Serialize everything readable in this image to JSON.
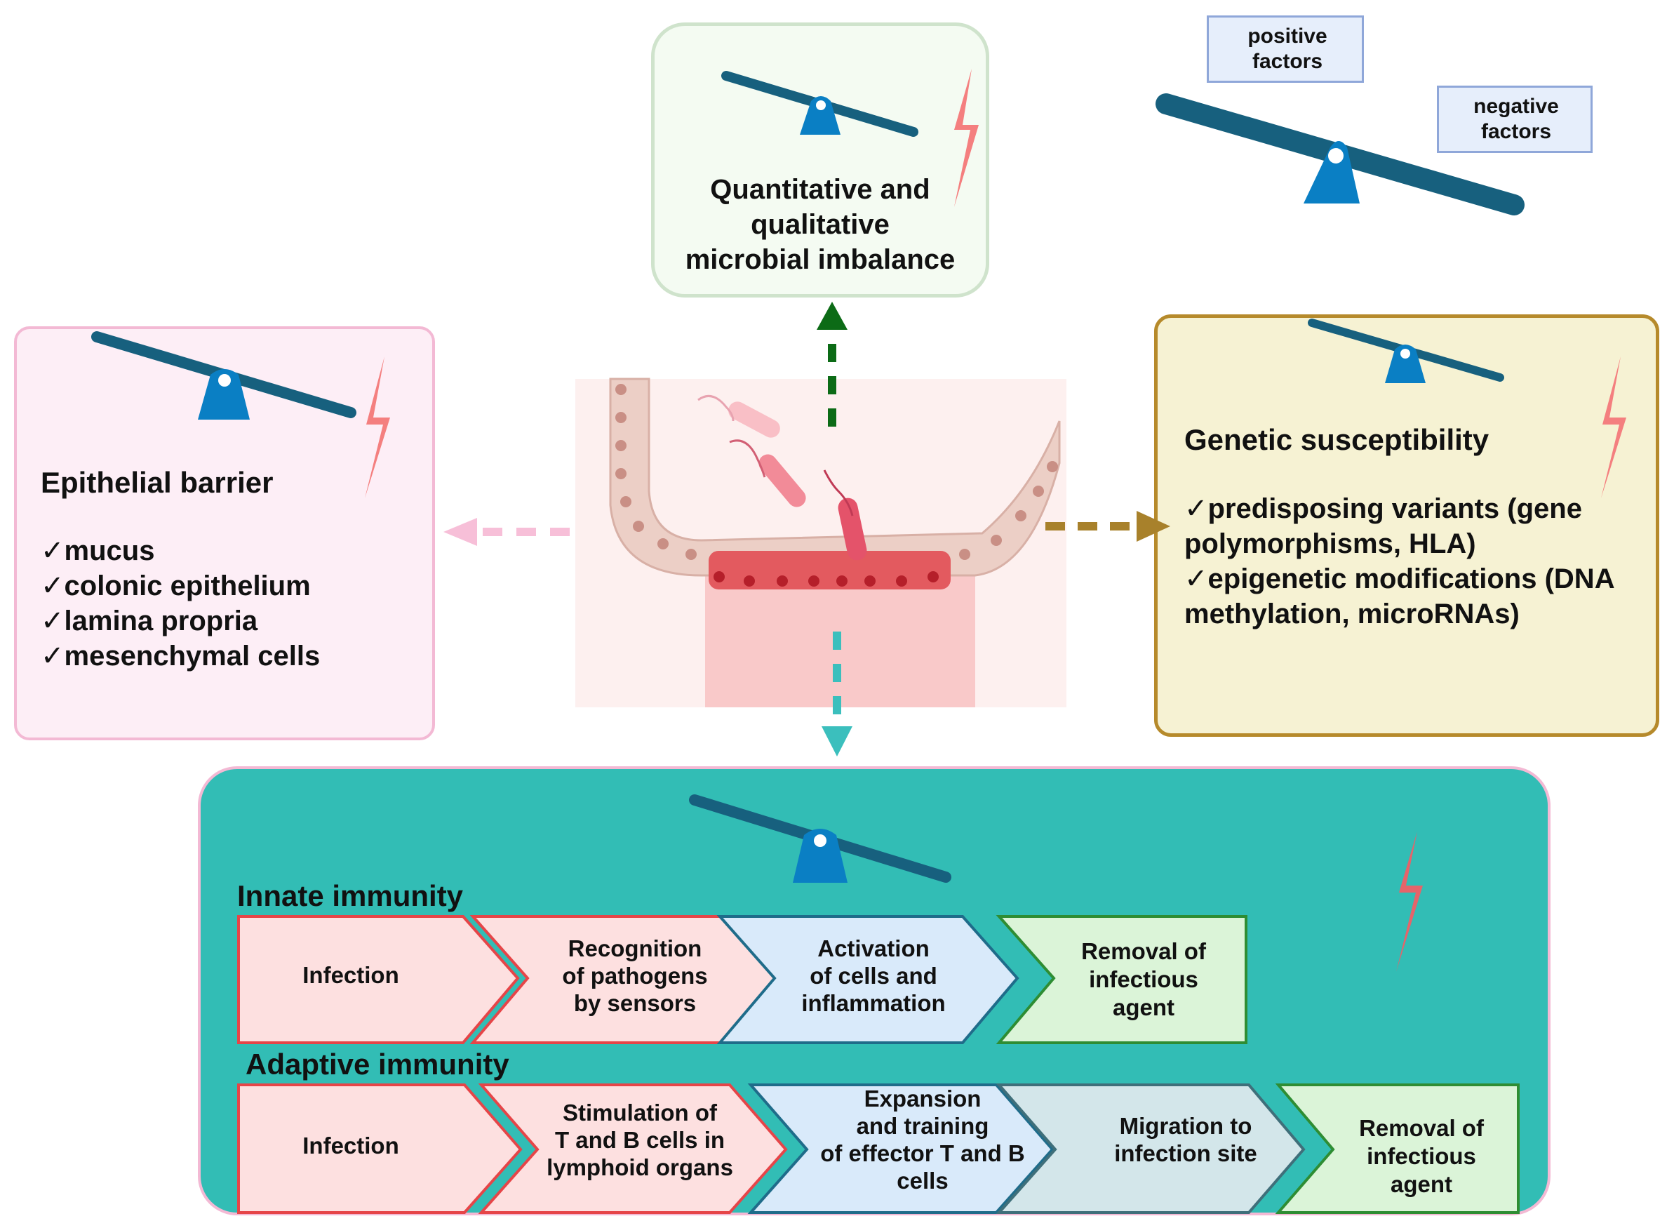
{
  "legend": {
    "positive": [
      "positive",
      "factors"
    ],
    "negative": [
      "negative",
      "factors"
    ]
  },
  "microbial": {
    "title_lines": [
      "Quantitative and",
      "qualitative",
      "microbial imbalance"
    ]
  },
  "epithelial": {
    "title": "Epithelial barrier",
    "items": [
      "✓mucus",
      "✓colonic epithelium",
      "✓lamina propria",
      "✓mesenchymal cells"
    ]
  },
  "genetic": {
    "title": "Genetic susceptibility",
    "lines": [
      "✓predisposing variants (gene",
      "polymorphisms, HLA)",
      "✓epigenetic modifications (DNA",
      "methylation, microRNAs)"
    ]
  },
  "immunity": {
    "innate_title": "Innate immunity",
    "innate_steps": [
      {
        "lines": [
          "Infection"
        ]
      },
      {
        "lines": [
          "Recognition",
          "of pathogens",
          "by sensors"
        ]
      },
      {
        "lines": [
          "Activation",
          "of cells and",
          "inflammation"
        ]
      },
      {
        "lines": [
          "Removal of",
          "infectious",
          "agent"
        ]
      }
    ],
    "adaptive_title": "Adaptive immunity",
    "adaptive_steps": [
      {
        "lines": [
          "Infection"
        ]
      },
      {
        "lines": [
          "Stimulation of",
          "T and B cells in",
          "lymphoid organs"
        ]
      },
      {
        "lines": [
          "Expansion",
          "and training",
          "of effector T and B",
          "cells"
        ]
      },
      {
        "lines": [
          "Migration to",
          "infection site"
        ]
      },
      {
        "lines": [
          "Removal of",
          "infectious",
          "agent"
        ]
      }
    ]
  },
  "colors": {
    "seesaw_beam": "#17607e",
    "seesaw_fulcrum": "#0a7fc4",
    "bolt": "#f47f7f",
    "microbial_border": "#cfe3cc",
    "microbial_fill": "#f4fbf2",
    "epithelial_border": "#f3b9d4",
    "epithelial_fill": "#fdeef6",
    "genetic_border": "#b68a2b",
    "genetic_fill": "#f6f2d3",
    "immunity_fill": "#32bdb5",
    "legend_border": "#8fa7d9",
    "legend_fill": "#e6eefb",
    "arrow_green": "#0c6b16",
    "arrow_pink": "#f7bfd8",
    "arrow_gold": "#a8812b",
    "arrow_teal": "#3bbfbd",
    "step_red_fill": "#fde0e0",
    "step_red_border": "#e64548",
    "step_blue_fill": "#d9eafa",
    "step_blue_border": "#1f6c8a",
    "step_green_fill": "#dbf4d8",
    "step_green_border": "#2e8d33",
    "step_grey_fill": "#d3e6ea",
    "step_grey_border": "#3f6f7a"
  }
}
